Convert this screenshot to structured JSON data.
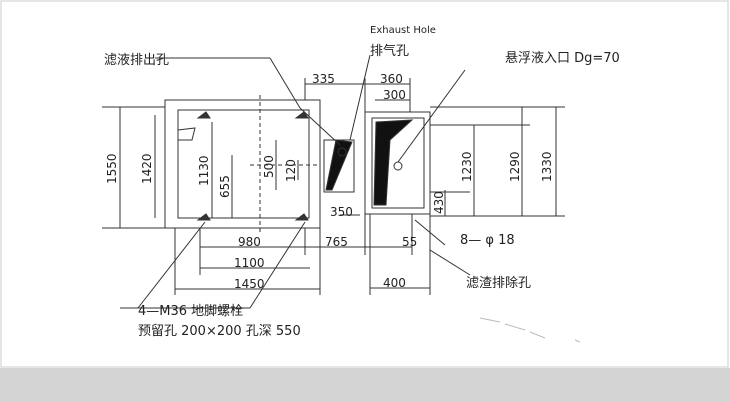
{
  "labels": {
    "filtrate_outlet": "滤液排出孔",
    "exhaust_en": "Exhaust Hole",
    "exhaust_cn": "排气孔",
    "suspension_inlet": "悬浮液入口  Dg=70",
    "residue_outlet": "滤渣排除孔",
    "bolts": "4—M36  地脚螺栓",
    "reserved_hole": "预留孔 200×200  孔深  550",
    "holes_8": "8— φ 18"
  },
  "dims": {
    "d335": "335",
    "d360": "360",
    "d300": "300",
    "d1550": "1550",
    "d1420": "1420",
    "d1130": "1130",
    "d655": "655",
    "d500": "500",
    "d120": "120",
    "d350": "350",
    "d1230": "1230",
    "d1290": "1290",
    "d1330": "1330",
    "d430": "430",
    "d980": "980",
    "d765": "765",
    "d55": "55",
    "d1100": "1100",
    "d1450": "1450",
    "d400": "400"
  }
}
